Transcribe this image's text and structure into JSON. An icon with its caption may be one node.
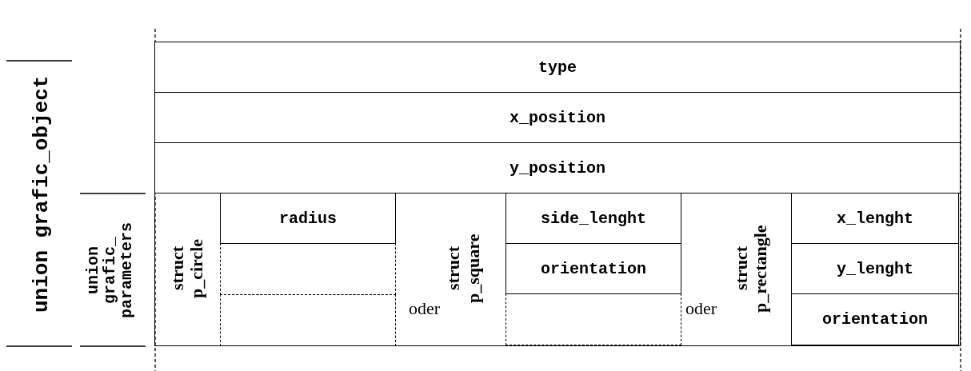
{
  "diagram": {
    "nodes": [
      {
        "text": [
          "union grafic_object"
        ]
      },
      {
        "text": [
          "type"
        ],
        "in": 0
      },
      {
        "text": [
          "x_position"
        ],
        "in": 0
      },
      {
        "text": [
          "y_position"
        ],
        "in": 0
      },
      {
        "text": [
          "union grafic_ parameters"
        ],
        "in": 0
      },
      {
        "text": [
          "struct p_circle"
        ],
        "in": 4
      },
      {
        "text": [
          "radius"
        ],
        "in": 5
      },
      {
        "text": [],
        "shape": "box",
        "in": 5
      },
      {
        "text": [],
        "shape": "box",
        "in": 5
      },
      {
        "text": [
          "struct p_square"
        ],
        "in": 4
      },
      {
        "text": [
          "side_lenght"
        ],
        "in": 9
      },
      {
        "text": [
          "orientation"
        ],
        "in": 9
      },
      {
        "text": [],
        "shape": "box",
        "in": 9
      },
      {
        "text": [
          "struct p_rectangle"
        ],
        "in": 4
      },
      {
        "text": [
          "x_lenght"
        ],
        "in": 13
      },
      {
        "text": [
          "y_lenght"
        ],
        "in": 13
      },
      {
        "text": [
          "orientation"
        ],
        "in": 13
      }
    ],
    "labels": [
      "oder",
      "oder"
    ]
  }
}
